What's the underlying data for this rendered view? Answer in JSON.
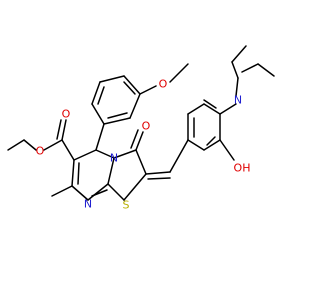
{
  "colors": {
    "carbon": "#000000",
    "oxygen": "#e00000",
    "nitrogen": "#2020d0",
    "sulfur": "#b8b000",
    "background": "#ffffff"
  },
  "atoms": {
    "N_diethylamino": "N",
    "O_methoxy": "O",
    "O_ester_carbonyl": "O",
    "O_ester_ether": "O",
    "O_ketone": "O",
    "N_bridgehead": "N",
    "OH_phenol": "OH",
    "N_ring": "N",
    "S_thiazole": "S"
  }
}
